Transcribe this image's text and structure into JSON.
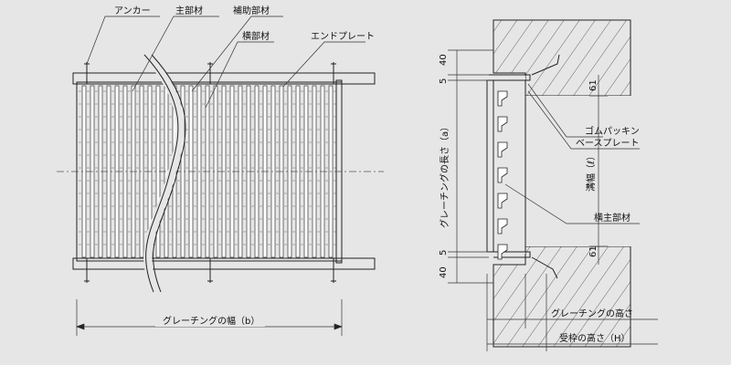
{
  "left_view": {
    "labels": {
      "anchor": "アンカー",
      "main_bar": "主部材",
      "aux_bar": "補助部材",
      "cross_bar": "横部材",
      "end_plate": "エンドプレート"
    },
    "width_label": "グレーチングの幅（b）"
  },
  "right_view": {
    "length_label": "グレーチングの長さ（a）",
    "labels": {
      "rubber_packing": "ゴムパッキン",
      "base_plate": "ベースプレート",
      "cross_main_bar": "横主部材"
    },
    "gutter_width_label": "溝幅（ℓ）",
    "dims": {
      "top_40": "40",
      "top_5": "5",
      "top_61": "61",
      "bottom_5": "5",
      "bottom_40": "40",
      "bottom_61": "61"
    },
    "grating_height_label": "グレーチングの高さ",
    "frame_height_label": "受枠の高さ（H）"
  },
  "colors": {
    "background": "#e6e6e6",
    "line": "#222222",
    "fill": "#ffffff"
  }
}
